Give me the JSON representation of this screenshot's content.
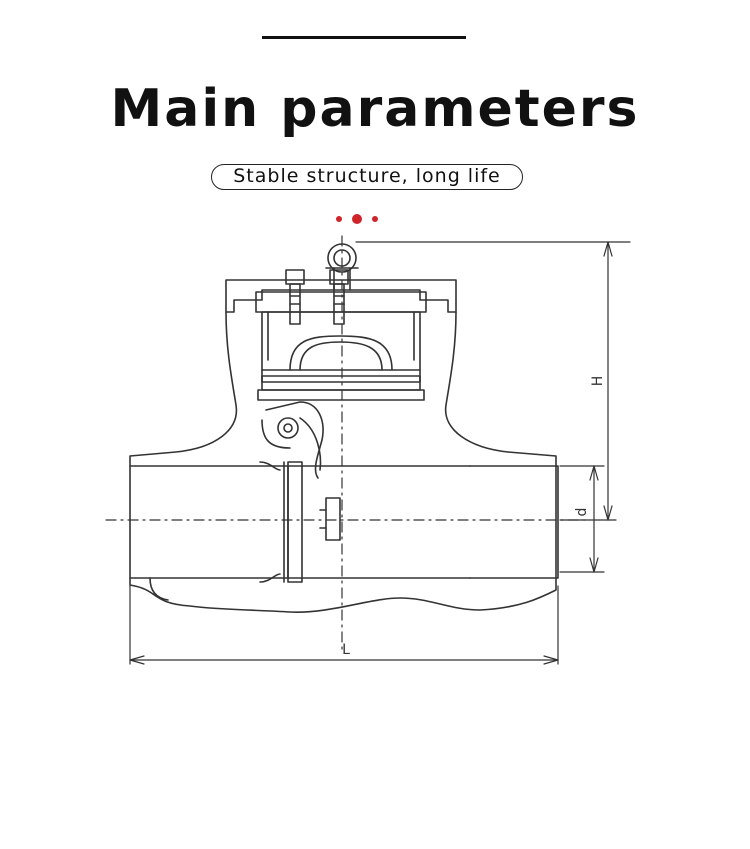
{
  "header": {
    "title": "Main parameters",
    "subtitle": "Stable structure, long life"
  },
  "colors": {
    "accent_dots": "#d0242b",
    "line": "#333333",
    "text": "#111111"
  },
  "diagram": {
    "dimension_labels": {
      "height": "H",
      "diameter": "d",
      "length": "L"
    }
  }
}
